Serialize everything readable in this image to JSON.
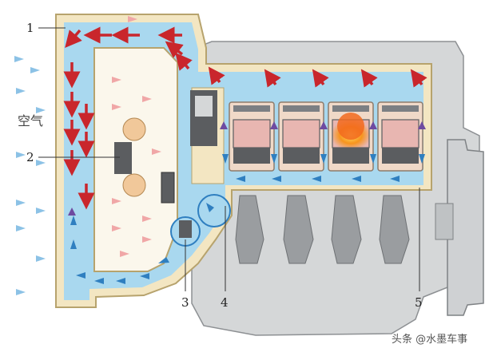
{
  "labels": {
    "n1": "1",
    "n2": "2",
    "n3": "3",
    "n4": "4",
    "n5": "5",
    "air": "空气"
  },
  "watermark": "头条 @水墨车事",
  "colors": {
    "coolant": "#a9d8ef",
    "shell": "#f3e6c2",
    "engine_gray": "#d5d7d8",
    "dark_gray": "#5b5d60",
    "piston_pink": "#e8b6b1",
    "hot_arrow": "#c9262c",
    "cool_arrow": "#2f7fc0",
    "air_arrow": "#8cc2e6",
    "pink_arrow": "#f0a7a7",
    "violet_arrow": "#6e4aa0",
    "combustion": "#f26a1f"
  },
  "icons": {
    "thermostat": "thermostat-icon",
    "water_pump": "water-pump-icon",
    "fan": "fan-icon"
  }
}
